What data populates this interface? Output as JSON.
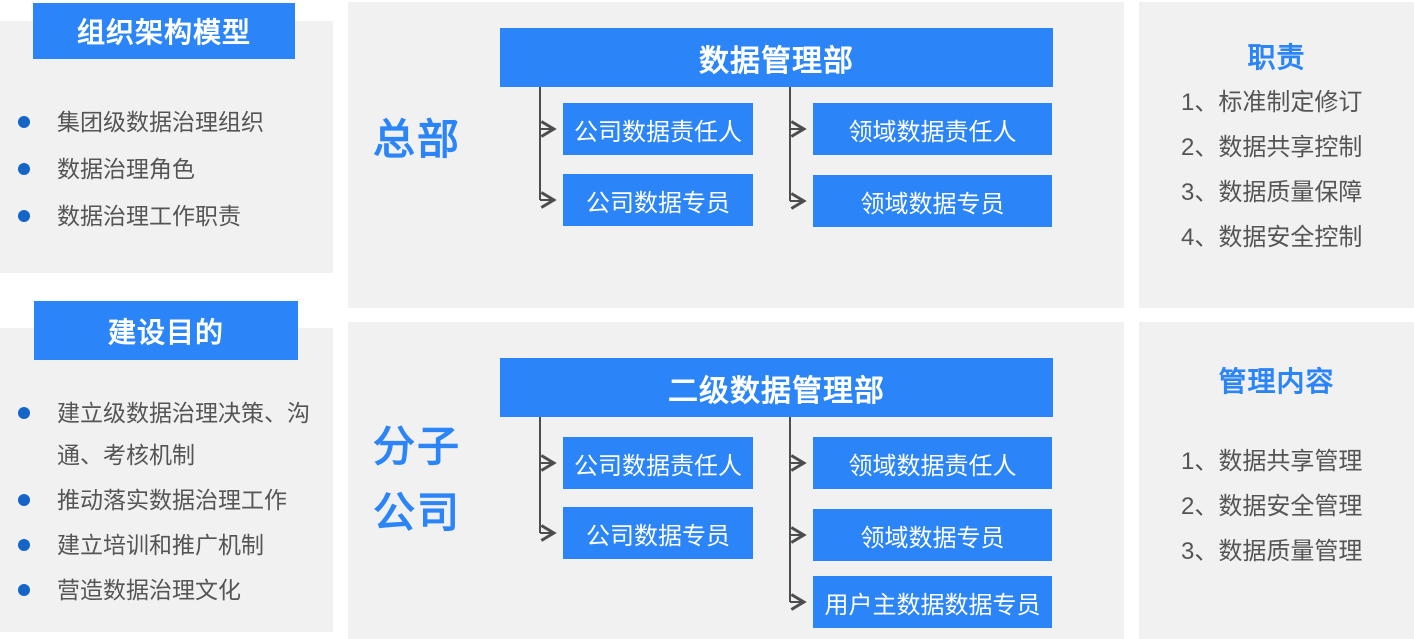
{
  "colors": {
    "accent_blue": "#2b85f8",
    "bullet_blue": "#1565c8",
    "panel_gray": "#f1f1f2",
    "body_text": "#555555",
    "arrow_line": "#4d4d4d"
  },
  "left": {
    "section1": {
      "title": "组织架构模型",
      "items": [
        "集团级数据治理组织",
        "数据治理角色",
        "数据治理工作职责"
      ]
    },
    "section2": {
      "title": "建设目的",
      "items": [
        "建立级数据治理决策、沟通、考核机制",
        "推动落实数据治理工作",
        "建立培训和推广机制",
        "营造数据治理文化"
      ]
    }
  },
  "hq": {
    "label": "总部",
    "dept": "数据管理部",
    "roles": [
      "公司数据责任人",
      "公司数据专员",
      "领域数据责任人",
      "领域数据专员"
    ]
  },
  "sub": {
    "label1": "分子",
    "label2": "公司",
    "dept": "二级数据管理部",
    "roles": [
      "公司数据责任人",
      "公司数据专员",
      "领域数据责任人",
      "领域数据专员",
      "用户主数据数据专员"
    ]
  },
  "resp": {
    "title": "职责",
    "items": [
      "1、标准制定修订",
      "2、数据共享控制",
      "3、数据质量保障",
      "4、数据安全控制"
    ]
  },
  "mgmt": {
    "title": "管理内容",
    "items": [
      "1、数据共享管理",
      "2、数据安全管理",
      "3、数据质量管理"
    ]
  }
}
